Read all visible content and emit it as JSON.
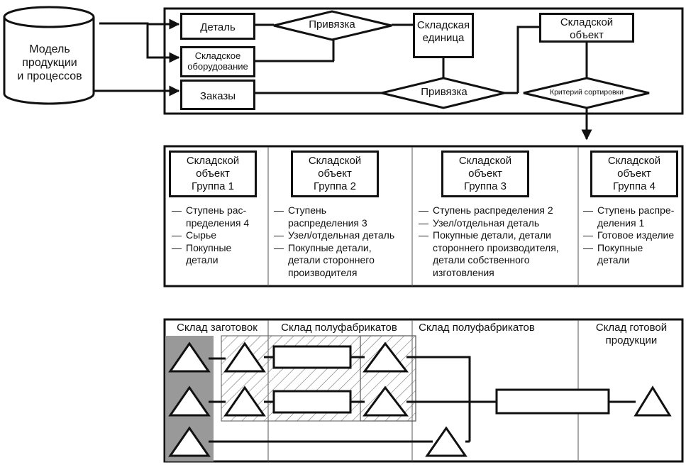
{
  "source": {
    "label_lines": [
      "Модель",
      "продукции",
      "и процессов"
    ]
  },
  "top": {
    "detail": "Деталь",
    "equipment_lines": [
      "Складское",
      "оборудование"
    ],
    "orders": "Заказы",
    "binding1": "Привязка",
    "binding2": "Привязка",
    "unit_lines": [
      "Складская",
      "единица"
    ],
    "object_lines": [
      "Складской",
      "объект"
    ],
    "criterion": "Критерий сортировки"
  },
  "groups": [
    {
      "title_lines": [
        "Складской",
        "объект",
        "Группа 1"
      ],
      "items": [
        [
          "Ступень рас-",
          "пределения 4"
        ],
        [
          "Сырье"
        ],
        [
          "Покупные",
          "детали"
        ]
      ]
    },
    {
      "title_lines": [
        "Складской",
        "объект",
        "Группа 2"
      ],
      "items": [
        [
          "Ступень",
          "распределения 3"
        ],
        [
          "Узел/отдельная деталь"
        ],
        [
          "Покупные детали,",
          "детали стороннего",
          "производителя"
        ]
      ]
    },
    {
      "title_lines": [
        "Складской",
        "объект",
        "Группа 3"
      ],
      "items": [
        [
          "Ступень распределения 2"
        ],
        [
          "Узел/отдельная деталь"
        ],
        [
          "Покупные детали, детали",
          "стороннего производителя,",
          "детали собственного",
          "изготовления"
        ]
      ]
    },
    {
      "title_lines": [
        "Складской",
        "объект",
        "Группа 4"
      ],
      "items": [
        [
          "Ступень распре-",
          "деления 1"
        ],
        [
          "Готовое изделие"
        ],
        [
          "Покупные",
          "детали"
        ]
      ]
    }
  ],
  "bottom": {
    "zone1": "Склад заготовок",
    "zone2": "Склад полуфабрикатов",
    "zone3": "Склад полуфабрикатов",
    "zone4_lines": [
      "Склад готовой",
      "продукции"
    ]
  },
  "colors": {
    "line": "#111111",
    "shade": "#999999",
    "hatch": "#777777",
    "background": "#ffffff"
  }
}
